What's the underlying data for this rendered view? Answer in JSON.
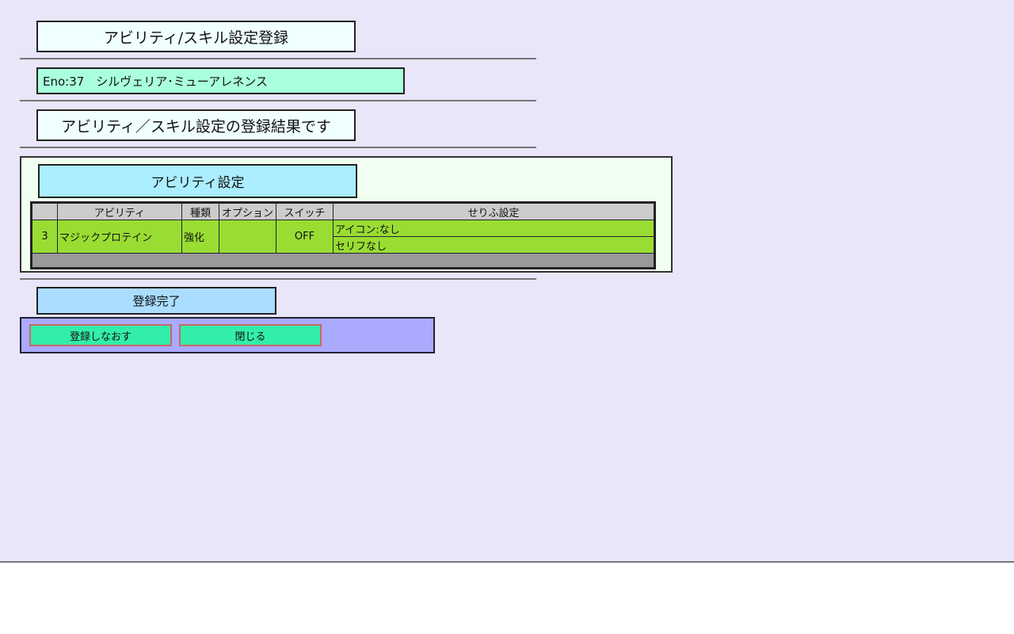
{
  "header": {
    "title": "アビリティ/スキル設定登録"
  },
  "character": {
    "label": "Eno:37　シルヴェリア･ミューアレネンス"
  },
  "result_message": "アビリティ／スキル設定の登録結果です",
  "ability_section": {
    "title": "アビリティ設定",
    "columns": [
      "",
      "アビリティ",
      "種類",
      "オプション",
      "スイッチ",
      "せりふ設定"
    ],
    "rows": [
      {
        "no": "3",
        "ability": "マジックプロテイン",
        "type": "強化",
        "option": "",
        "switch": "OFF",
        "icon": "アイコン:なし",
        "serif": "セリフなし"
      }
    ]
  },
  "status": "登録完了",
  "buttons": {
    "redo": "登録しなおす",
    "close": "閉じる"
  },
  "colors": {
    "background": "#e8e6f8",
    "row": "#99dd33",
    "button": "#33eeaa"
  }
}
